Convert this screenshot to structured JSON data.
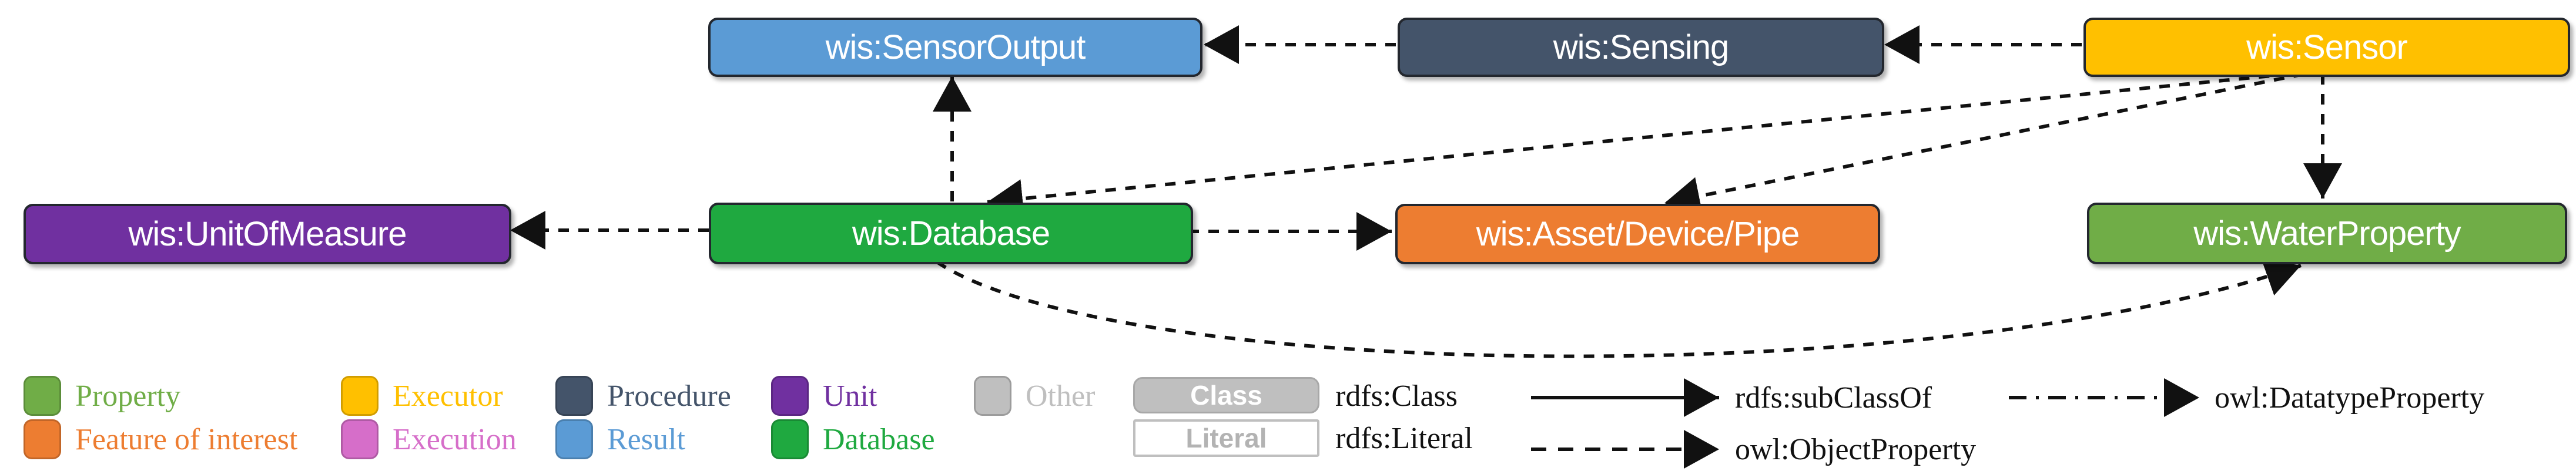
{
  "figure": {
    "nodes": [
      {
        "id": "sensor-output",
        "label": "wis:SensorOutput",
        "color": "#5B9BD5"
      },
      {
        "id": "sensing",
        "label": "wis:Sensing",
        "color": "#44546A"
      },
      {
        "id": "sensor",
        "label": "wis:Sensor",
        "color": "#FFC000"
      },
      {
        "id": "unit-of-measure",
        "label": "wis:UnitOfMeasure",
        "color": "#7030A0"
      },
      {
        "id": "database",
        "label": "wis:Database",
        "color": "#1FA940"
      },
      {
        "id": "asset-device-pipe",
        "label": "wis:Asset/Device/Pipe",
        "color": "#ED7D31"
      },
      {
        "id": "water-property",
        "label": "wis:WaterProperty",
        "color": "#70AD47"
      }
    ],
    "edges": [
      {
        "from": "wis:Sensing",
        "to": "wis:SensorOutput",
        "type": "owl:ObjectProperty"
      },
      {
        "from": "wis:Sensor",
        "to": "wis:Sensing",
        "type": "owl:ObjectProperty"
      },
      {
        "from": "wis:Database",
        "to": "wis:SensorOutput",
        "type": "owl:ObjectProperty"
      },
      {
        "from": "wis:Sensor",
        "to": "wis:Database",
        "type": "owl:ObjectProperty"
      },
      {
        "from": "wis:Sensor",
        "to": "wis:Asset/Device/Pipe",
        "type": "owl:ObjectProperty"
      },
      {
        "from": "wis:Database",
        "to": "wis:UnitOfMeasure",
        "type": "owl:ObjectProperty"
      },
      {
        "from": "wis:Database",
        "to": "wis:Asset/Device/Pipe",
        "type": "owl:ObjectProperty"
      },
      {
        "from": "wis:Sensor",
        "to": "wis:WaterProperty",
        "type": "owl:ObjectProperty"
      },
      {
        "from": "wis:Database",
        "to": "wis:WaterProperty",
        "type": "owl:ObjectProperty"
      }
    ],
    "legend": {
      "categories": [
        {
          "label": "Property",
          "color": "#70AD47"
        },
        {
          "label": "Feature of interest",
          "color": "#ED7D31"
        },
        {
          "label": "Executor",
          "color": "#FFC000"
        },
        {
          "label": "Execution",
          "color": "#D66EC9"
        },
        {
          "label": "Procedure",
          "color": "#44546A"
        },
        {
          "label": "Result",
          "color": "#5B9BD5"
        },
        {
          "label": "Unit",
          "color": "#7030A0"
        },
        {
          "label": "Database",
          "color": "#1FA940"
        },
        {
          "label": "Other",
          "color": "#BFBFBF"
        }
      ],
      "shape_key": [
        {
          "box": "Class",
          "label": "rdfs:Class"
        },
        {
          "box": "Literal",
          "label": "rdfs:Literal"
        }
      ],
      "line_key": [
        {
          "style": "solid",
          "label": "rdfs:subClassOf"
        },
        {
          "style": "dashed",
          "label": "owl:ObjectProperty"
        },
        {
          "style": "dash-dot",
          "label": "owl:DatatypeProperty"
        }
      ]
    }
  }
}
